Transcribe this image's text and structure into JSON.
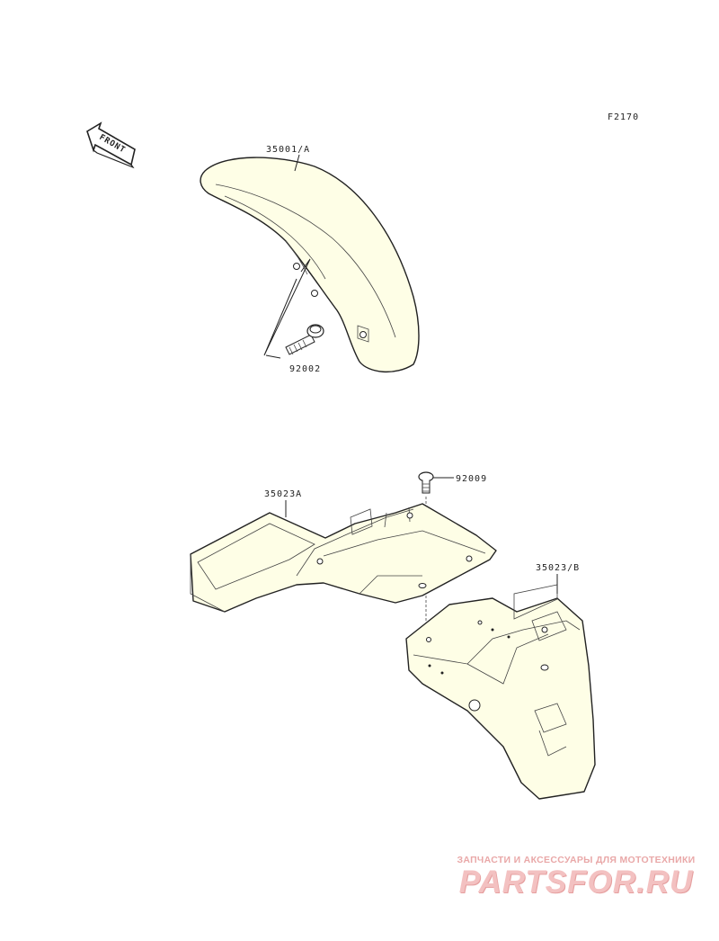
{
  "figure_code": "F2170",
  "front_label": "FRONT",
  "parts": {
    "front_fender": "35001/A",
    "fender_bolt": "92002",
    "rear_screw": "92009",
    "rear_fender_a": "35023A",
    "rear_fender_b": "35023/B"
  },
  "watermark": {
    "tagline": "ЗАПЧАСТИ И АКСЕССУАРЫ ДЛЯ МОТОТЕХНИКИ",
    "brand": "PARTSFOR.RU"
  }
}
